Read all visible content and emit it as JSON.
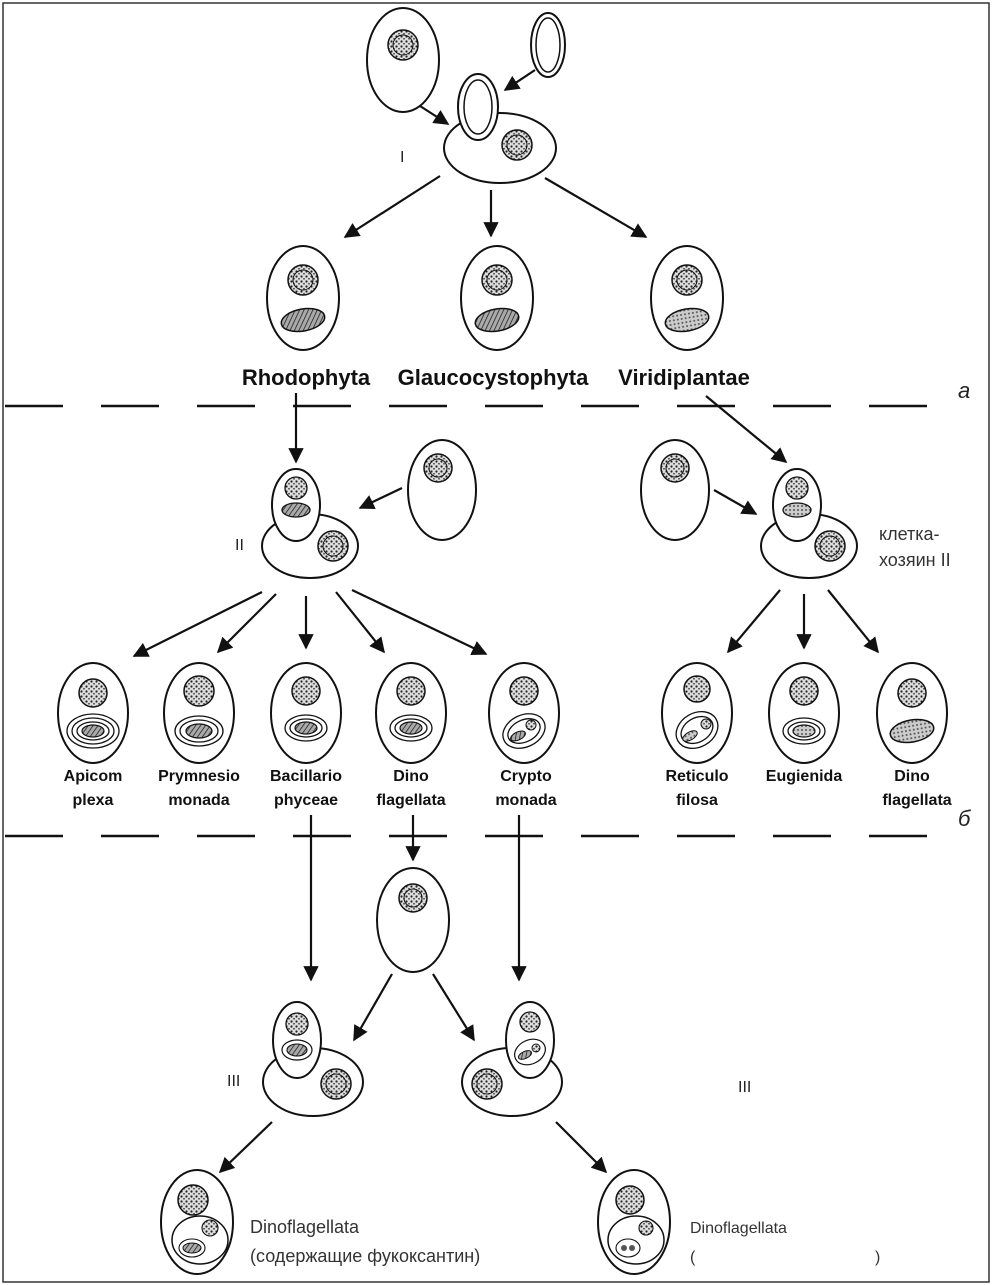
{
  "section_letters": {
    "a": "а",
    "b": "б"
  },
  "stage_labels": {
    "first": "I",
    "second": "II",
    "third_left": "III",
    "third_right": "III"
  },
  "top_groups": {
    "rhodophyta": "Rhodophyta",
    "glaucocystophyta": "Glaucocystophyta",
    "viridiplantae": "Viridiplantae"
  },
  "host_cell_label": {
    "line1": "клетка-",
    "line2": "хозяин II"
  },
  "red_lineage": [
    {
      "line1": "Apicom",
      "line2": "plexa"
    },
    {
      "line1": "Prymnesio",
      "line2": "monada"
    },
    {
      "line1": "Bacillario",
      "line2": "phyceae"
    },
    {
      "line1": "Dino",
      "line2": "flagellata"
    },
    {
      "line1": "Crypto",
      "line2": "monada"
    }
  ],
  "green_lineage": [
    {
      "line1": "Reticulo",
      "line2": "filosa"
    },
    {
      "line1": "Eugienida",
      "line2": ""
    },
    {
      "line1": "Dino",
      "line2": "flagellata"
    }
  ],
  "tertiary": {
    "left": {
      "line1": "Dinoflagellata",
      "line2": "(содержащие фукоксантин)"
    },
    "right": {
      "line1": "Dinoflagellata",
      "line2": "(",
      "line2_end": ")"
    }
  }
}
